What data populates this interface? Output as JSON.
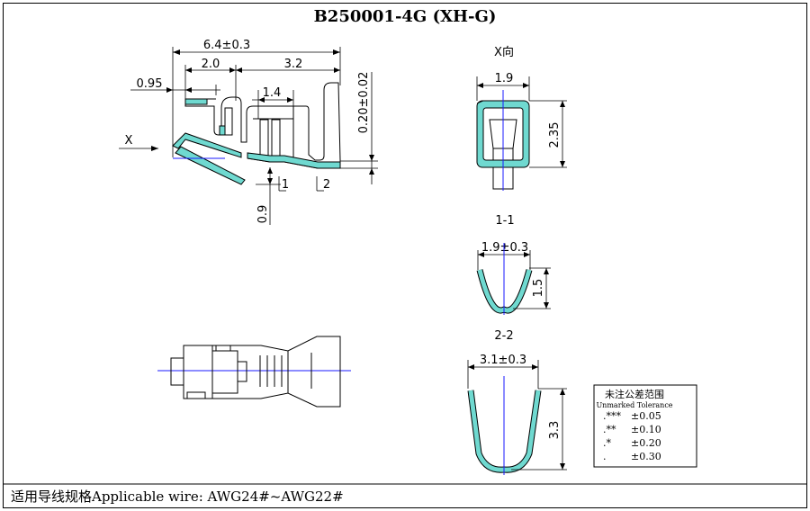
{
  "title": "B250001-4G (XH-G)",
  "footer_note": "适用导线规格Applicable wire: AWG24#~AWG22#",
  "dimensions": {
    "overall_length": "6.4±0.3",
    "length_a": "2.0",
    "length_b": "3.2",
    "offset": "0.95",
    "slot_width": "1.4",
    "thickness": "0.20±0.02",
    "drop": "0.9",
    "x_width": "1.9",
    "x_height": "2.35",
    "s1_width": "1.9±0.3",
    "s1_height": "1.5",
    "s2_width": "3.1±0.3",
    "s2_height": "3.3"
  },
  "labels": {
    "x_arrow": "X",
    "x_view": "X向",
    "section1": "1-1",
    "section2": "2-2",
    "cut1": "1",
    "cut2": "2"
  },
  "tolerance": {
    "title": "未注公差范围",
    "subtitle": "Unmarked Tolerance",
    "rows": [
      {
        "mark": ".***",
        "value": "±0.05"
      },
      {
        "mark": ".**",
        "value": "±0.10"
      },
      {
        "mark": ".*",
        "value": "±0.20"
      },
      {
        "mark": ".",
        "value": "±0.30"
      }
    ]
  },
  "colors": {
    "highlight": "#6fd9d0",
    "centerline": "#1a1aff",
    "line": "#000000"
  }
}
